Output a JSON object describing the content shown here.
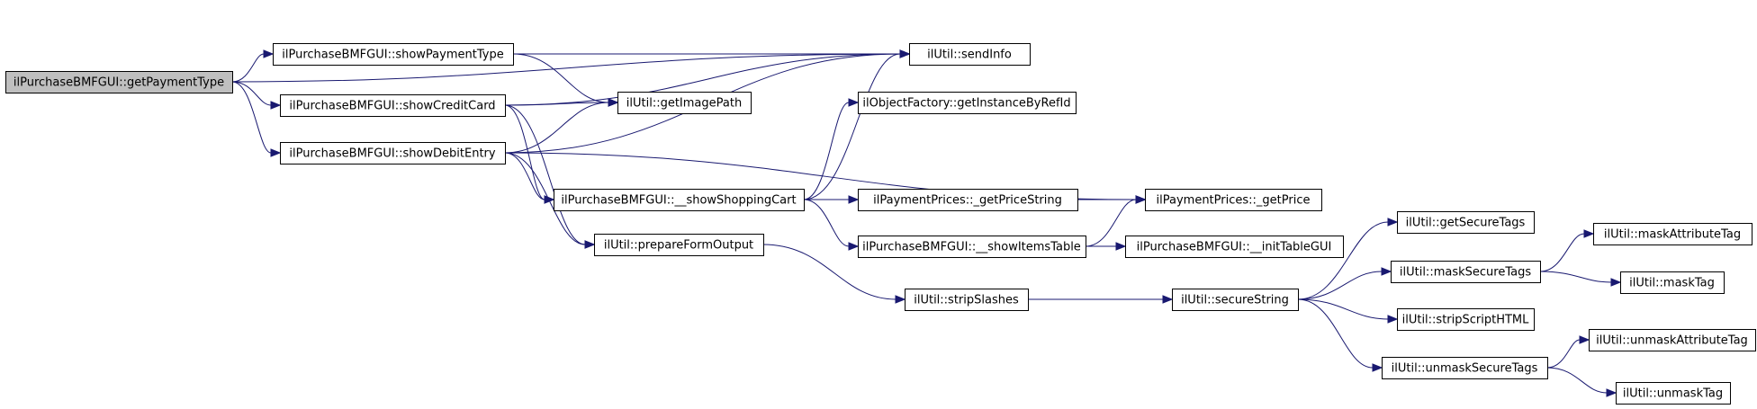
{
  "graph": {
    "nodes": [
      {
        "id": "getPaymentType",
        "label": "ilPurchaseBMFGUI::getPaymentType",
        "root": true
      },
      {
        "id": "showPaymentType",
        "label": "ilPurchaseBMFGUI::showPaymentType"
      },
      {
        "id": "showCreditCard",
        "label": "ilPurchaseBMFGUI::showCreditCard"
      },
      {
        "id": "showDebitEntry",
        "label": "ilPurchaseBMFGUI::showDebitEntry"
      },
      {
        "id": "sendInfo",
        "label": "ilUtil::sendInfo"
      },
      {
        "id": "getImagePath",
        "label": "ilUtil::getImagePath"
      },
      {
        "id": "getInstanceByRefId",
        "label": "ilObjectFactory::getInstanceByRefId"
      },
      {
        "id": "showShoppingCart",
        "label": "ilPurchaseBMFGUI::__showShoppingCart"
      },
      {
        "id": "getPriceString",
        "label": "ilPaymentPrices::_getPriceString"
      },
      {
        "id": "getPrice",
        "label": "ilPaymentPrices::_getPrice"
      },
      {
        "id": "prepareFormOutput",
        "label": "ilUtil::prepareFormOutput"
      },
      {
        "id": "showItemsTable",
        "label": "ilPurchaseBMFGUI::__showItemsTable"
      },
      {
        "id": "initTableGUI",
        "label": "ilPurchaseBMFGUI::__initTableGUI"
      },
      {
        "id": "stripSlashes",
        "label": "ilUtil::stripSlashes"
      },
      {
        "id": "secureString",
        "label": "ilUtil::secureString"
      },
      {
        "id": "getSecureTags",
        "label": "ilUtil::getSecureTags"
      },
      {
        "id": "maskSecureTags",
        "label": "ilUtil::maskSecureTags"
      },
      {
        "id": "stripScriptHTML",
        "label": "ilUtil::stripScriptHTML"
      },
      {
        "id": "unmaskSecureTags",
        "label": "ilUtil::unmaskSecureTags"
      },
      {
        "id": "maskAttributeTag",
        "label": "ilUtil::maskAttributeTag"
      },
      {
        "id": "maskTag",
        "label": "ilUtil::maskTag"
      },
      {
        "id": "unmaskAttributeTag",
        "label": "ilUtil::unmaskAttributeTag"
      },
      {
        "id": "unmaskTag",
        "label": "ilUtil::unmaskTag"
      }
    ],
    "edges": [
      {
        "from": "getPaymentType",
        "to": "sendInfo"
      },
      {
        "from": "getPaymentType",
        "to": "showPaymentType"
      },
      {
        "from": "getPaymentType",
        "to": "showCreditCard"
      },
      {
        "from": "getPaymentType",
        "to": "showDebitEntry"
      },
      {
        "from": "showPaymentType",
        "to": "sendInfo"
      },
      {
        "from": "showPaymentType",
        "to": "getImagePath"
      },
      {
        "from": "showCreditCard",
        "to": "sendInfo"
      },
      {
        "from": "showCreditCard",
        "to": "getImagePath"
      },
      {
        "from": "showCreditCard",
        "to": "showShoppingCart"
      },
      {
        "from": "showCreditCard",
        "to": "prepareFormOutput"
      },
      {
        "from": "showDebitEntry",
        "to": "getImagePath"
      },
      {
        "from": "showDebitEntry",
        "to": "sendInfo"
      },
      {
        "from": "showDebitEntry",
        "to": "showShoppingCart"
      },
      {
        "from": "showDebitEntry",
        "to": "getPrice"
      },
      {
        "from": "showDebitEntry",
        "to": "prepareFormOutput"
      },
      {
        "from": "showShoppingCart",
        "to": "sendInfo"
      },
      {
        "from": "showShoppingCart",
        "to": "getInstanceByRefId"
      },
      {
        "from": "showShoppingCart",
        "to": "getPriceString"
      },
      {
        "from": "showShoppingCart",
        "to": "getPrice"
      },
      {
        "from": "showShoppingCart",
        "to": "showItemsTable"
      },
      {
        "from": "getPriceString",
        "to": "getPrice"
      },
      {
        "from": "showItemsTable",
        "to": "getPrice"
      },
      {
        "from": "showItemsTable",
        "to": "initTableGUI"
      },
      {
        "from": "prepareFormOutput",
        "to": "stripSlashes"
      },
      {
        "from": "stripSlashes",
        "to": "secureString"
      },
      {
        "from": "secureString",
        "to": "getSecureTags"
      },
      {
        "from": "secureString",
        "to": "maskSecureTags"
      },
      {
        "from": "secureString",
        "to": "stripScriptHTML"
      },
      {
        "from": "secureString",
        "to": "unmaskSecureTags"
      },
      {
        "from": "maskSecureTags",
        "to": "maskAttributeTag"
      },
      {
        "from": "maskSecureTags",
        "to": "maskTag"
      },
      {
        "from": "unmaskSecureTags",
        "to": "unmaskAttributeTag"
      },
      {
        "from": "unmaskSecureTags",
        "to": "unmaskTag"
      }
    ]
  },
  "colors": {
    "edge": "#191970",
    "root_fill": "#bfbfbf",
    "node_fill": "#ffffff",
    "node_stroke": "#000000"
  }
}
